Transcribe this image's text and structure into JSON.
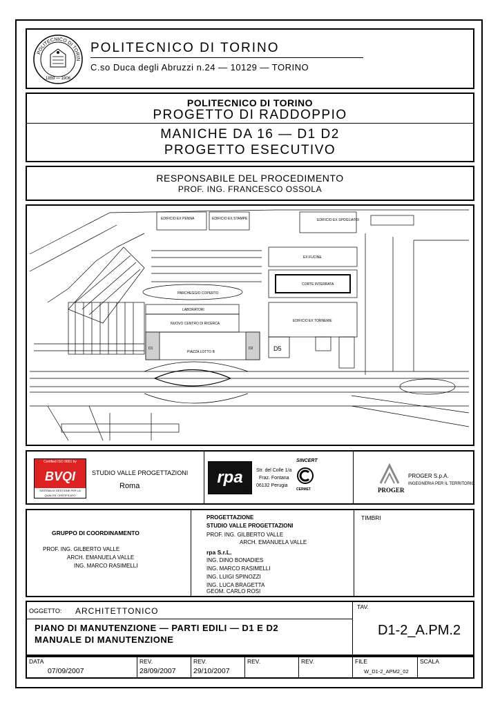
{
  "header": {
    "institution": "POLITECNICO DI TORINO",
    "address": "C.so Duca degli Abruzzi n.24  —  10129  —  TORINO",
    "seal_text": "POLITECNICO DI TORINO",
    "seal_years": "1859 — 1906"
  },
  "project": {
    "institution": "POLITECNICO DI TORINO",
    "title": "PROGETTO DI RADDOPPIO",
    "subtitle_1": "MANICHE DA 16 — D1 D2",
    "subtitle_2": "PROGETTO ESECUTIVO"
  },
  "responsible": {
    "role": "RESPONSABILE DEL PROCEDIMENTO",
    "name": "PROF. ING. FRANCESCO OSSOLA"
  },
  "map": {
    "labels": {
      "edificio_ex_penna": "EDIFICIO EX PENNA",
      "edificio_ex_stampe": "EDIFICIO EX STAMPE",
      "edificio_ex_spogliatoi": "EDIFICIO EX SPOGLIATOI",
      "ex_fucine": "EX FUCINE",
      "corte_interrata": "CORTE INTERRATA",
      "parcheggio_coperto": "PARCHEGGIO COPERTO",
      "laboratori": "LABORATORI",
      "nuovo_centro_ricerca": "NUOVO CENTRO DI RICERCA",
      "edificio_ex_torneria": "EDIFICIO EX TORNERIE",
      "d5": "D5",
      "piazza_lotto_b": "PIAZZA LOTTO B",
      "d1": "D1",
      "d2": "D2"
    }
  },
  "logos": {
    "bvqi_cert": "Certified ISO 9001 by",
    "bvqi_name": "BVQI",
    "bvqi_note": "SISTEMA DI GESTIONE PER LA QUALITA' CERTIFICATO",
    "studio_name": "STUDIO VALLE PROGETTAZIONI",
    "studio_city": "Roma",
    "rpa_logo": "rpa",
    "rpa_srl": "s.r.l.",
    "rpa_address_1": "Str. del Colle 1/a",
    "rpa_address_2": "Fraz. Fontana",
    "rpa_address_3": "06132 Perugia",
    "sincert": "SINCERT",
    "certiquality": "CERMET",
    "proger_name": "PROGER S.p.A.",
    "proger_tagline": "INGEGNERIA PER IL TERRITORIO",
    "proger_logo": "PROGER"
  },
  "team": {
    "coordination_title": "GRUPPO DI COORDINAMENTO",
    "coordination": [
      "PROF.  ING.  GILBERTO VALLE",
      "ARCH.  EMANUELA VALLE",
      "ING.  MARCO RASIMELLI"
    ],
    "design_title": "PROGETTAZIONE",
    "design_firm": "STUDIO VALLE PROGETTAZIONI",
    "design_people": [
      "PROF.    ING.  GILBERTO VALLE",
      "ARCH.  EMANUELA VALLE"
    ],
    "rpa_title": "rpa S.r.L.",
    "rpa_people": [
      "ING.    DINO BONADIES",
      "ING.    MARCO RASIMELLI",
      "ING.    LUIGI SPINOZZI",
      "ING.    LUCA BRAGETTA",
      "GEOM.  CARLO ROSI"
    ],
    "stamps_title": "TIMBRI"
  },
  "subject": {
    "label": "OGGETTO:",
    "category": "ARCHITETTONICO",
    "title_1": "PIANO DI MANUTENZIONE — PARTI EDILI — D1 E D2",
    "title_2": "MANUALE DI MANUTENZIONE",
    "tav_label": "TAV.",
    "tav_value": "D1-2_A.PM.2"
  },
  "footer": {
    "data_label": "DATA",
    "data_value": "07/09/2007",
    "rev1_label": "REV.",
    "rev1_value": "28/09/2007",
    "rev2_label": "REV.",
    "rev2_value": "29/10/2007",
    "rev3_label": "REV.",
    "rev4_label": "REV.",
    "file_label": "FILE",
    "file_value": "W_D1-2_APM2_02",
    "scala_label": "SCALA"
  }
}
